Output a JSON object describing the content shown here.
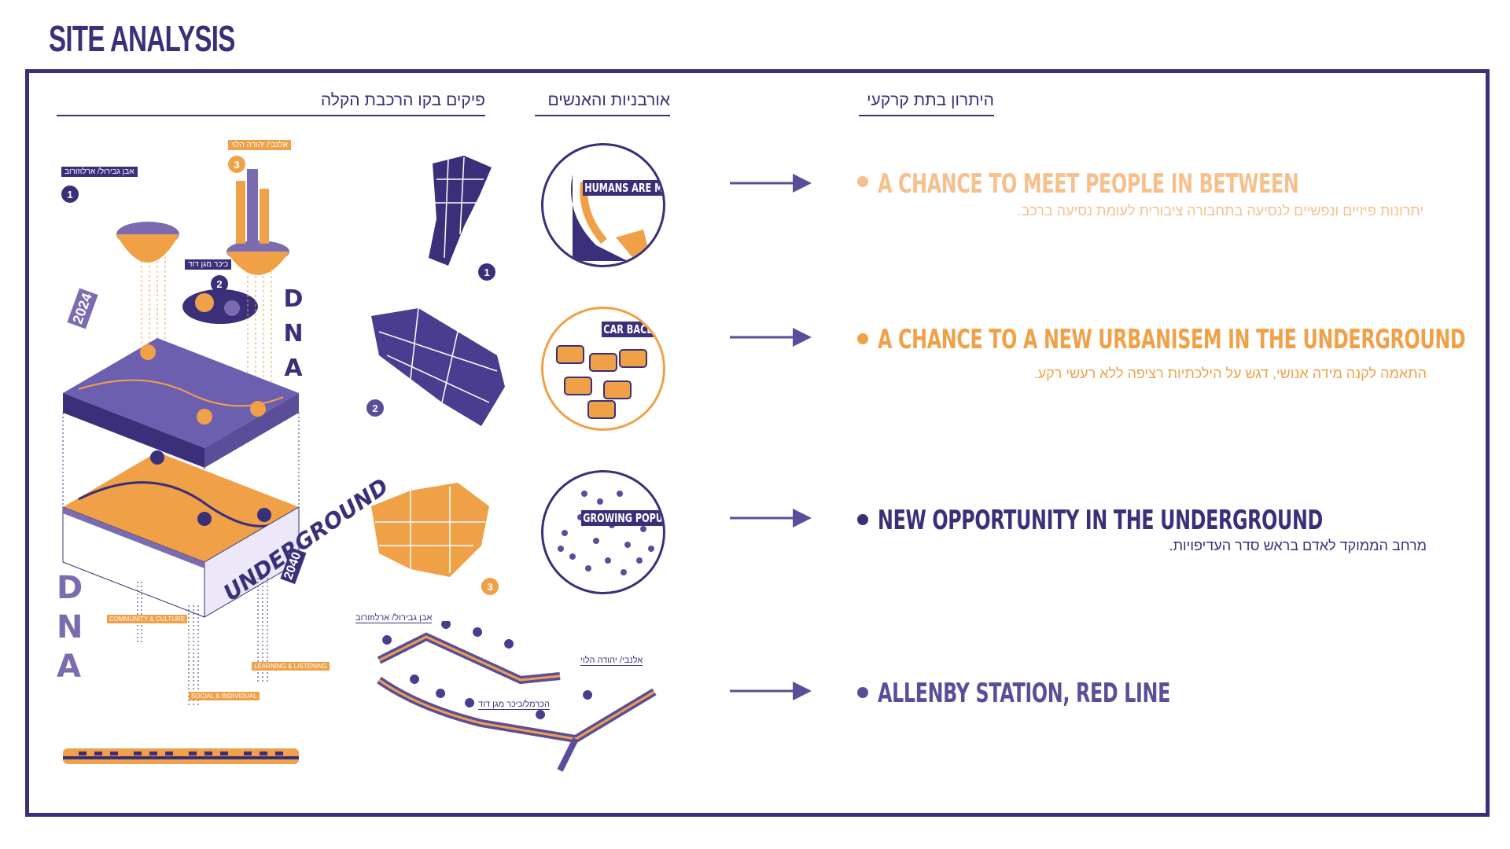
{
  "title": "SITE ANALYSIS",
  "colors": {
    "purple": "#3b2f7a",
    "purple_light": "#7b6bb0",
    "orange": "#f0a148",
    "peach": "#f5c08b"
  },
  "columns": [
    {
      "label": "פיקים בקו הרכבת הקלה"
    },
    {
      "label": "אורבניות והאנשים"
    },
    {
      "label": "היתרון בתת קרקעי"
    }
  ],
  "left_panel": {
    "tags": {
      "tag1": "אבן גבירול/ ארלוזורוב",
      "tag2": "כיכר מגן דוד",
      "tag3": "אלנבי/ יהודה הלוי"
    },
    "numbers": [
      "1",
      "2",
      "3"
    ],
    "year_top": "2024",
    "year_bottom": "2040",
    "dna_letters": [
      "D",
      "N",
      "A"
    ],
    "underground_label": "UNDERGROUND",
    "small_tags": [
      "COMMUNITY & CULTURE",
      "SOCIAL & INDIVIDUAL",
      "LEARNING & LISTENING"
    ]
  },
  "middle_panel": {
    "circles": [
      {
        "label": "HUMANS ARE MACHINES"
      },
      {
        "label": "CAR BACED CITY"
      },
      {
        "label": "GROWING POPULATION"
      }
    ],
    "map_numbers": [
      "1",
      "2",
      "3"
    ],
    "route_labels": {
      "a": "אבן גבירול/ ארלוזורוב",
      "b": "אלנבי/ יהודה הלוי",
      "c": "הכרמל/כיכר מגן דוד"
    }
  },
  "rows": [
    {
      "title": "A CHANCE TO MEET PEOPLE IN BETWEEN",
      "subtitle": "יתרונות פיזיים ונפשיים לנסיעה בתחבורה ציבורית לעומת נסיעה ברכב.",
      "color": "#f5c08b"
    },
    {
      "title": "A CHANCE TO A NEW URBANISEM IN THE UNDERGROUND",
      "subtitle": "התאמה לקנה מידה אנושי, דגש על הילכתיות רציפה ללא רעשי רקע.",
      "color": "#f0a148"
    },
    {
      "title": "NEW OPPORTUNITY IN THE UNDERGROUND",
      "subtitle": "מרחב הממוקד לאדם בראש סדר העדיפויות.",
      "color": "#3b2f7a"
    },
    {
      "title": "ALLENBY STATION, RED LINE",
      "subtitle": "",
      "color": "#5a4e9a"
    }
  ]
}
